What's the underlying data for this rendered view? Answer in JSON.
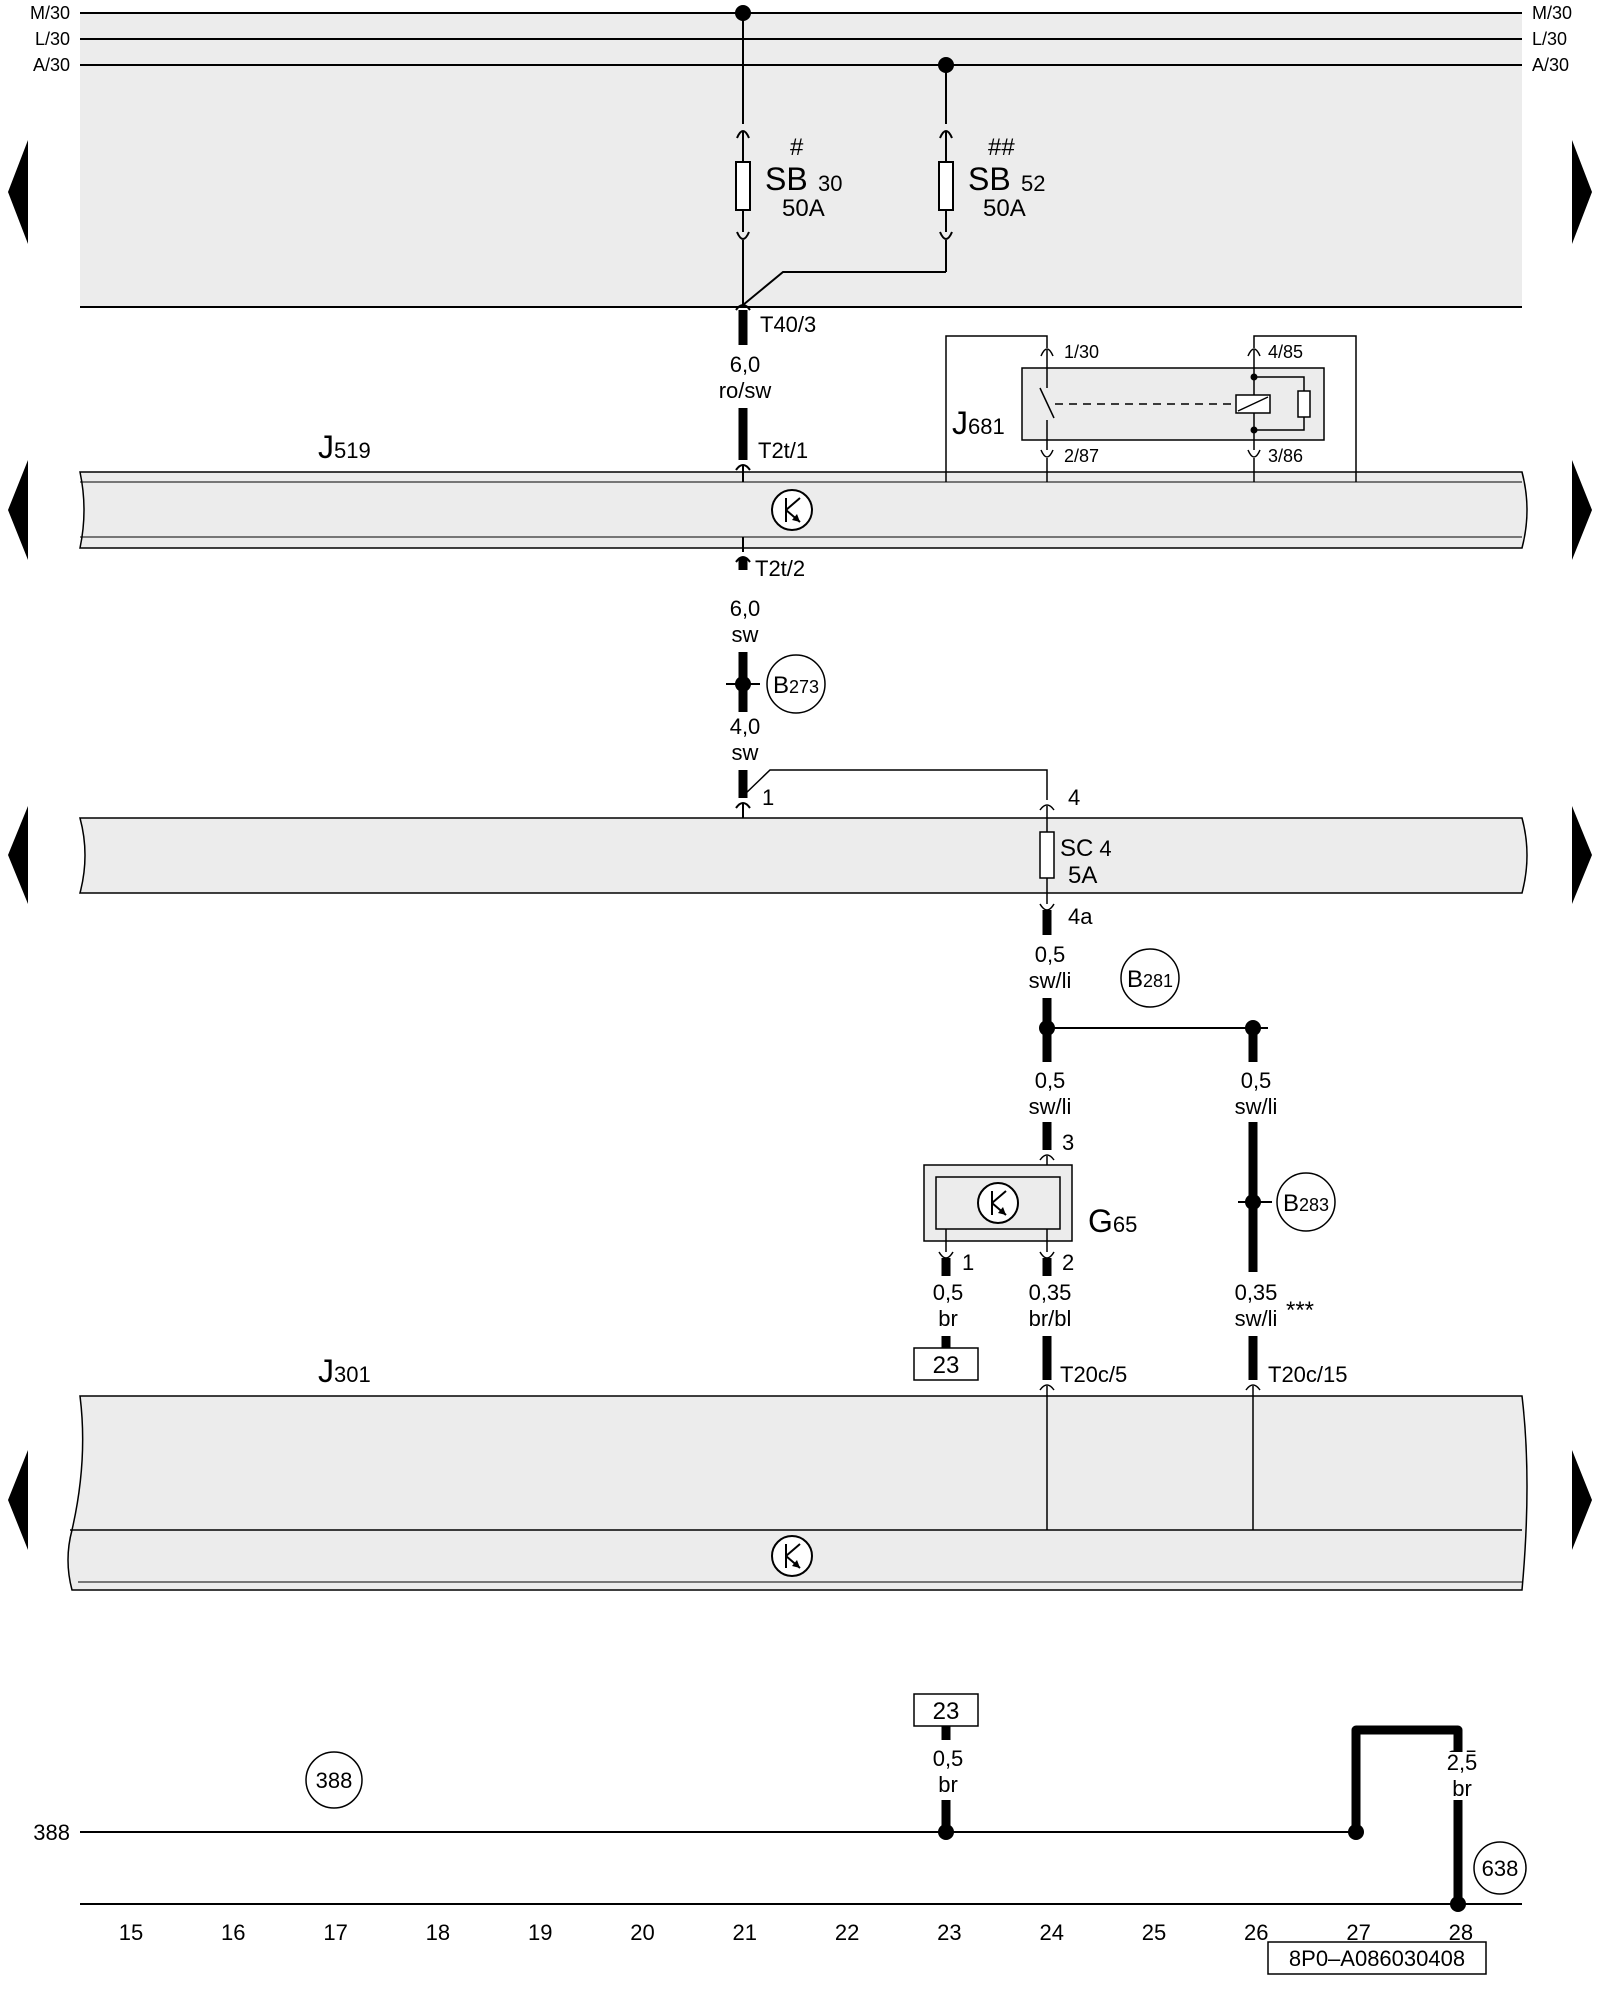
{
  "busbars": {
    "left": [
      "M/30",
      "L/30",
      "A/30"
    ],
    "right": [
      "M/30",
      "L/30",
      "A/30"
    ],
    "bottom_left": "388"
  },
  "fuses": {
    "sb30": {
      "mark": "#",
      "name": "SB",
      "num": "30",
      "rating": "50A"
    },
    "sb52": {
      "mark": "##",
      "name": "SB",
      "num": "52",
      "rating": "50A"
    },
    "sc4": {
      "name": "SC",
      "num": "4",
      "rating": "5A",
      "pin_in": "4",
      "pin_out": "4a"
    }
  },
  "connectors": {
    "t40_3": "T40/3",
    "t2t_1": "T2t/1",
    "t2t_2": "T2t/2",
    "pin1_sc": "1",
    "t20c_5": "T20c/5",
    "t20c_15": "T20c/15"
  },
  "components": {
    "j519": {
      "letter": "J",
      "num": "519"
    },
    "j681": {
      "letter": "J",
      "num": "681",
      "pin_1_30": "1/30",
      "pin_4_85": "4/85",
      "pin_2_87": "2/87",
      "pin_3_86": "3/86"
    },
    "j301": {
      "letter": "J",
      "num": "301"
    },
    "g65": {
      "letter": "G",
      "num": "65",
      "pin3": "3",
      "pin1": "1",
      "pin2": "2"
    }
  },
  "wires": {
    "w1": {
      "size": "6,0",
      "color": "ro/sw"
    },
    "w2": {
      "size": "6,0",
      "color": "sw"
    },
    "w3": {
      "size": "4,0",
      "color": "sw"
    },
    "w4": {
      "size": "0,5",
      "color": "sw/li"
    },
    "w5": {
      "size": "0,5",
      "color": "sw/li"
    },
    "w6": {
      "size": "0,5",
      "color": "sw/li"
    },
    "w7": {
      "size": "0,5",
      "color": "br"
    },
    "w8": {
      "size": "0,35",
      "color": "br/bl"
    },
    "w9": {
      "size": "0,35",
      "color": "sw/li",
      "note": "***"
    },
    "w10": {
      "size": "0,5",
      "color": "br"
    },
    "w11": {
      "size": "2,5",
      "color": "br"
    }
  },
  "splices": {
    "b273": {
      "letter": "B",
      "num": "273"
    },
    "b281": {
      "letter": "B",
      "num": "281"
    },
    "b283": {
      "letter": "B",
      "num": "283"
    }
  },
  "refs": {
    "ref23_top": "23",
    "ref23_bottom": "23",
    "ground388": "388",
    "ground638": "638"
  },
  "tracks": [
    "15",
    "16",
    "17",
    "18",
    "19",
    "20",
    "21",
    "22",
    "23",
    "24",
    "25",
    "26",
    "27",
    "28"
  ],
  "footer_code": "8P0–A086030408"
}
